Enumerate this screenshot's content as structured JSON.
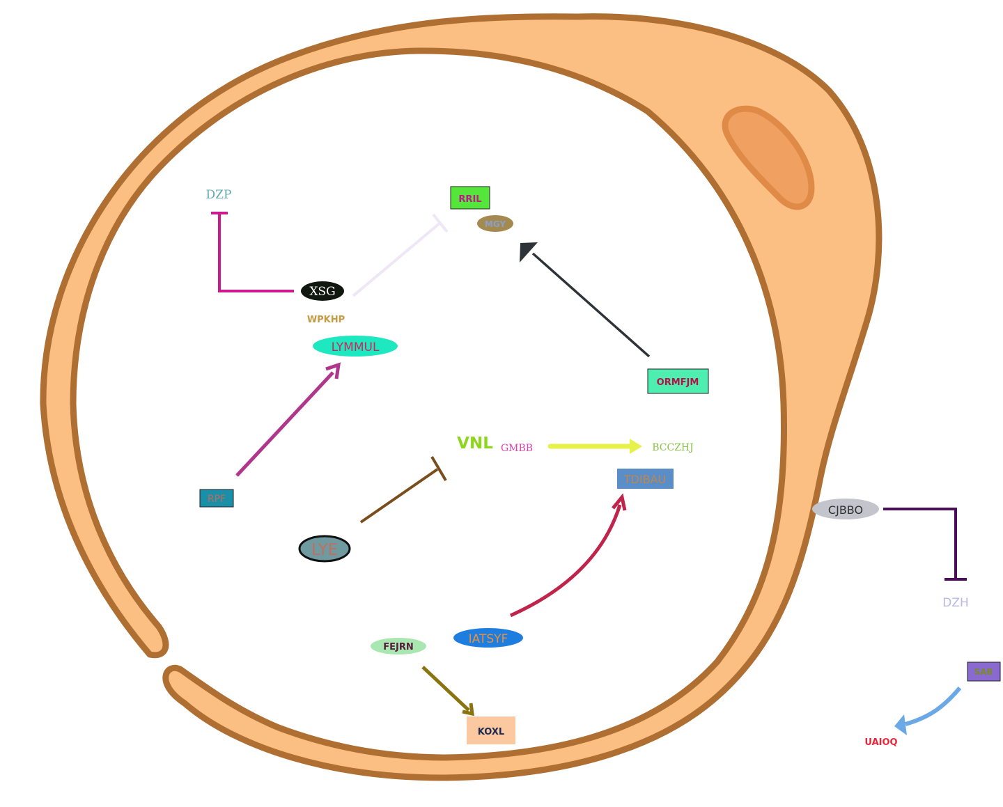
{
  "nodes": {
    "dzp": "DZP",
    "rril": "RRIL",
    "mgy": "MGY",
    "xsg": "XSG",
    "wpkhp": "WPKHP",
    "lymmul": "LYMMUL",
    "ormfjm": "ORMFJM",
    "vnl": "VNL",
    "gmbb": "GMBB",
    "bcczhj": "BCCZHJ",
    "tdibau": "TDIBAU",
    "rpf": "RPF",
    "lye": "LYE",
    "cjbbo": "CJBBO",
    "dzh": "DZH",
    "iatsyf": "IATSYF",
    "fejrn": "FEJRN",
    "koxl": "KOXL",
    "sab": "SAB",
    "uaioq": "UAIOQ"
  },
  "colors": {
    "cell_fill": "#fbbf83",
    "cell_stroke": "#b06f32",
    "nucleus_fill": "#f0a060",
    "nucleus_stroke": "#e08a48"
  }
}
